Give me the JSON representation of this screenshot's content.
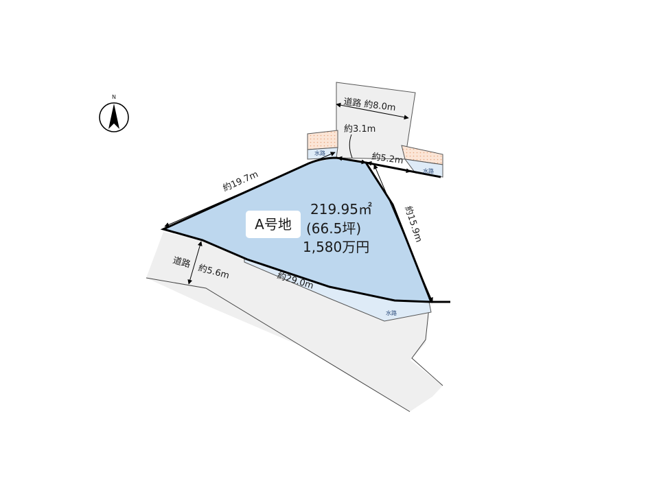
{
  "compass": {
    "letter": "N",
    "icon": "north-arrow-icon"
  },
  "lot": {
    "label": "A号地",
    "area": "219.95㎡",
    "tsubo": "(66.5坪)",
    "price": "1,580万円"
  },
  "dimensions": {
    "top_road": "道路  約8.0m",
    "gap": "約3.1m",
    "right_top": "約5.2m",
    "right_side": "約15.9m",
    "left_top": "約19.7m",
    "bottom": "約29.0m",
    "left_road_label": "道路",
    "left_road_width": "約5.6m"
  },
  "waterways": {
    "top_left": "水路",
    "top_right": "水路",
    "bottom": "水路"
  },
  "colors": {
    "lot_fill": "#bdd7ee",
    "road_fill": "#efefef",
    "waterway_fill": "#deebf7",
    "neighbor_fill": "#fbe5d6",
    "boundary": "#000000"
  }
}
